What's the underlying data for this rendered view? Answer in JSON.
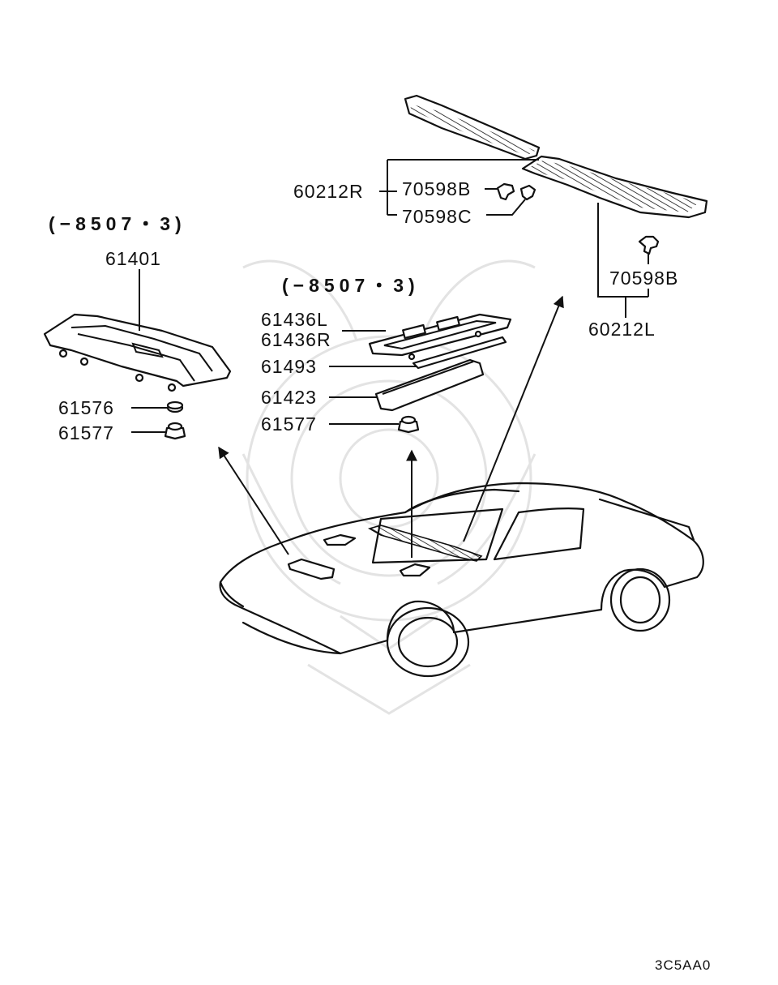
{
  "diagram": {
    "date_notes": [
      "(−8507・3)",
      "(−8507・3)"
    ],
    "labels": {
      "p60212R": "60212R",
      "p70598B_top": "70598B",
      "p70598C": "70598C",
      "p70598B_right": "70598B",
      "p60212L": "60212L",
      "p61401": "61401",
      "p61576": "61576",
      "p61577_left": "61577",
      "p61436L": "61436L",
      "p61436R": "61436R",
      "p61493": "61493",
      "p61423": "61423",
      "p61577_center": "61577"
    },
    "figure_code": "3C5AA0"
  }
}
